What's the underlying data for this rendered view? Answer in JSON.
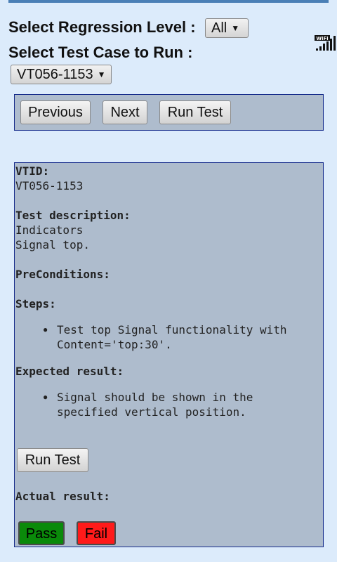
{
  "header": {
    "regression_label": "Select Regression Level :",
    "regression_value": "All",
    "testcase_label": "Select Test Case to Run :",
    "testcase_value": "VT056-1153"
  },
  "status": {
    "wifi_text": "WiFi"
  },
  "nav": {
    "previous": "Previous",
    "next": "Next",
    "run": "Run Test"
  },
  "details": {
    "vtid_label": "VTID:",
    "vtid_value": "VT056-1153",
    "desc_label": "Test description:",
    "desc_line1": "Indicators",
    "desc_line2": "Signal top.",
    "pre_label": "PreConditions:",
    "steps_label": "Steps:",
    "step1_line1": "Test top Signal functionality with",
    "step1_line2": "Content='top:30'.",
    "expected_label": "Expected result:",
    "exp1_line1": "Signal should be shown in the",
    "exp1_line2": "specified vertical position.",
    "run_button": "Run Test",
    "actual_label": "Actual result:",
    "pass_button": "Pass",
    "fail_button": "Fail"
  }
}
